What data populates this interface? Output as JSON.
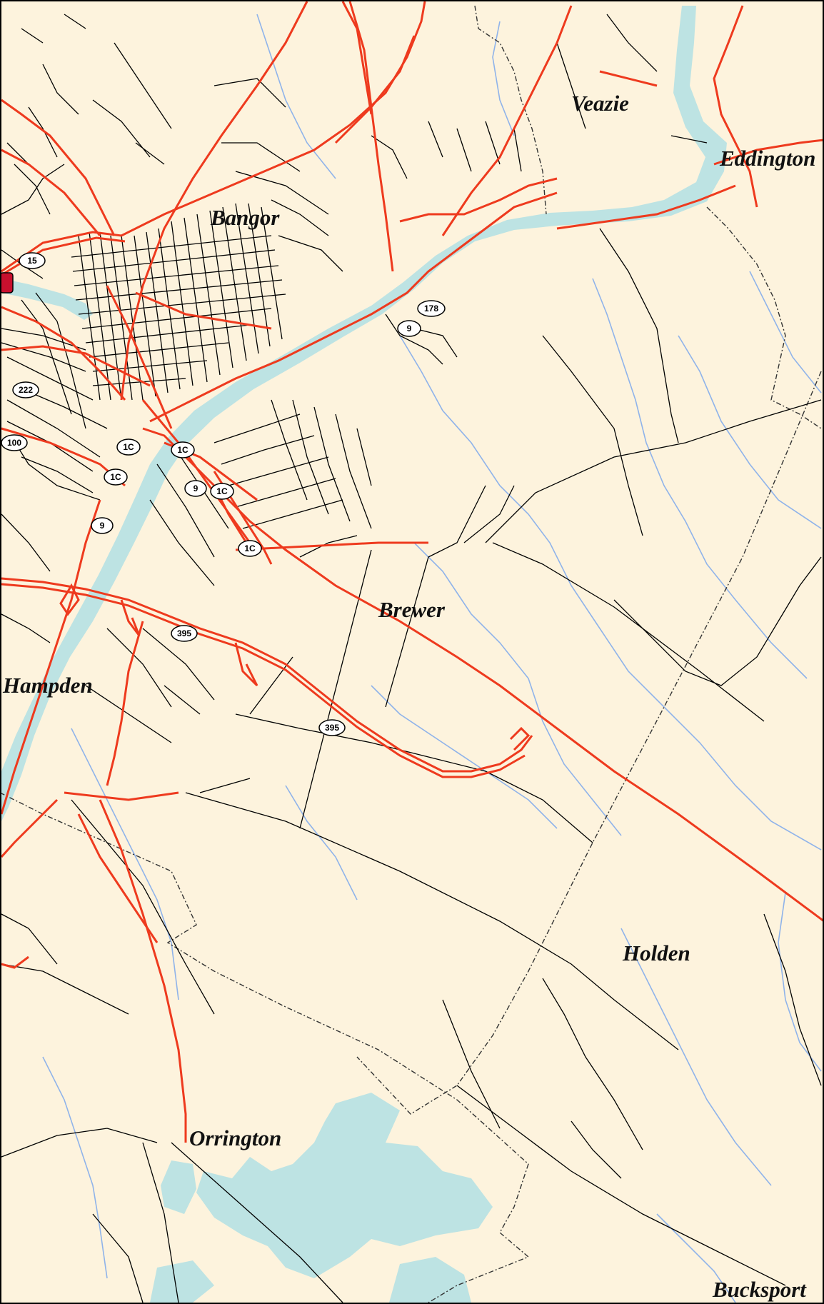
{
  "map": {
    "colors": {
      "land": "#fdf3dd",
      "water": "#bde3e3",
      "stream": "#8fb3ea",
      "major_road": "#ee3a1e",
      "local_road": "#000000",
      "boundary": "#333333",
      "frame": "#000000",
      "shield_fill": "#ffffff",
      "interstate_shield": "#c8102e"
    },
    "towns": {
      "bangor": "Bangor",
      "veazie": "Veazie",
      "eddington": "Eddington",
      "brewer": "Brewer",
      "hampden": "Hampden",
      "holden": "Holden",
      "orrington": "Orrington",
      "bucksport": "Bucksport"
    },
    "shields": {
      "r15": "15",
      "r178": "178",
      "r9_east": "9",
      "r222": "222",
      "r100": "100",
      "r1c_a": "1C",
      "r1c_b": "1C",
      "r1c_c": "1C",
      "r1c_d": "1C",
      "r1c_e": "1C",
      "r9_mid": "9",
      "r9_west": "9",
      "r395_a": "395",
      "r395_b": "395"
    }
  }
}
